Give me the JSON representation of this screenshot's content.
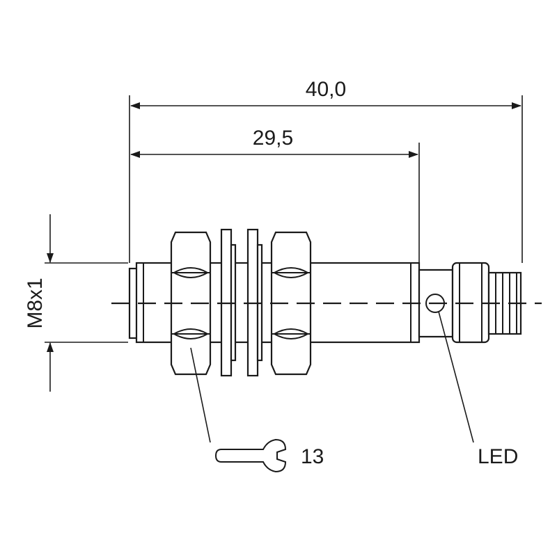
{
  "dimensions": {
    "overall_length": "40,0",
    "thread_length": "29,5",
    "thread_size": "M8x1"
  },
  "callouts": {
    "wrench_size": "13",
    "led_label": "LED"
  },
  "colors": {
    "line": "#1a1a1a",
    "background": "#ffffff"
  },
  "icons": {
    "wrench": "open-end-wrench-icon"
  }
}
